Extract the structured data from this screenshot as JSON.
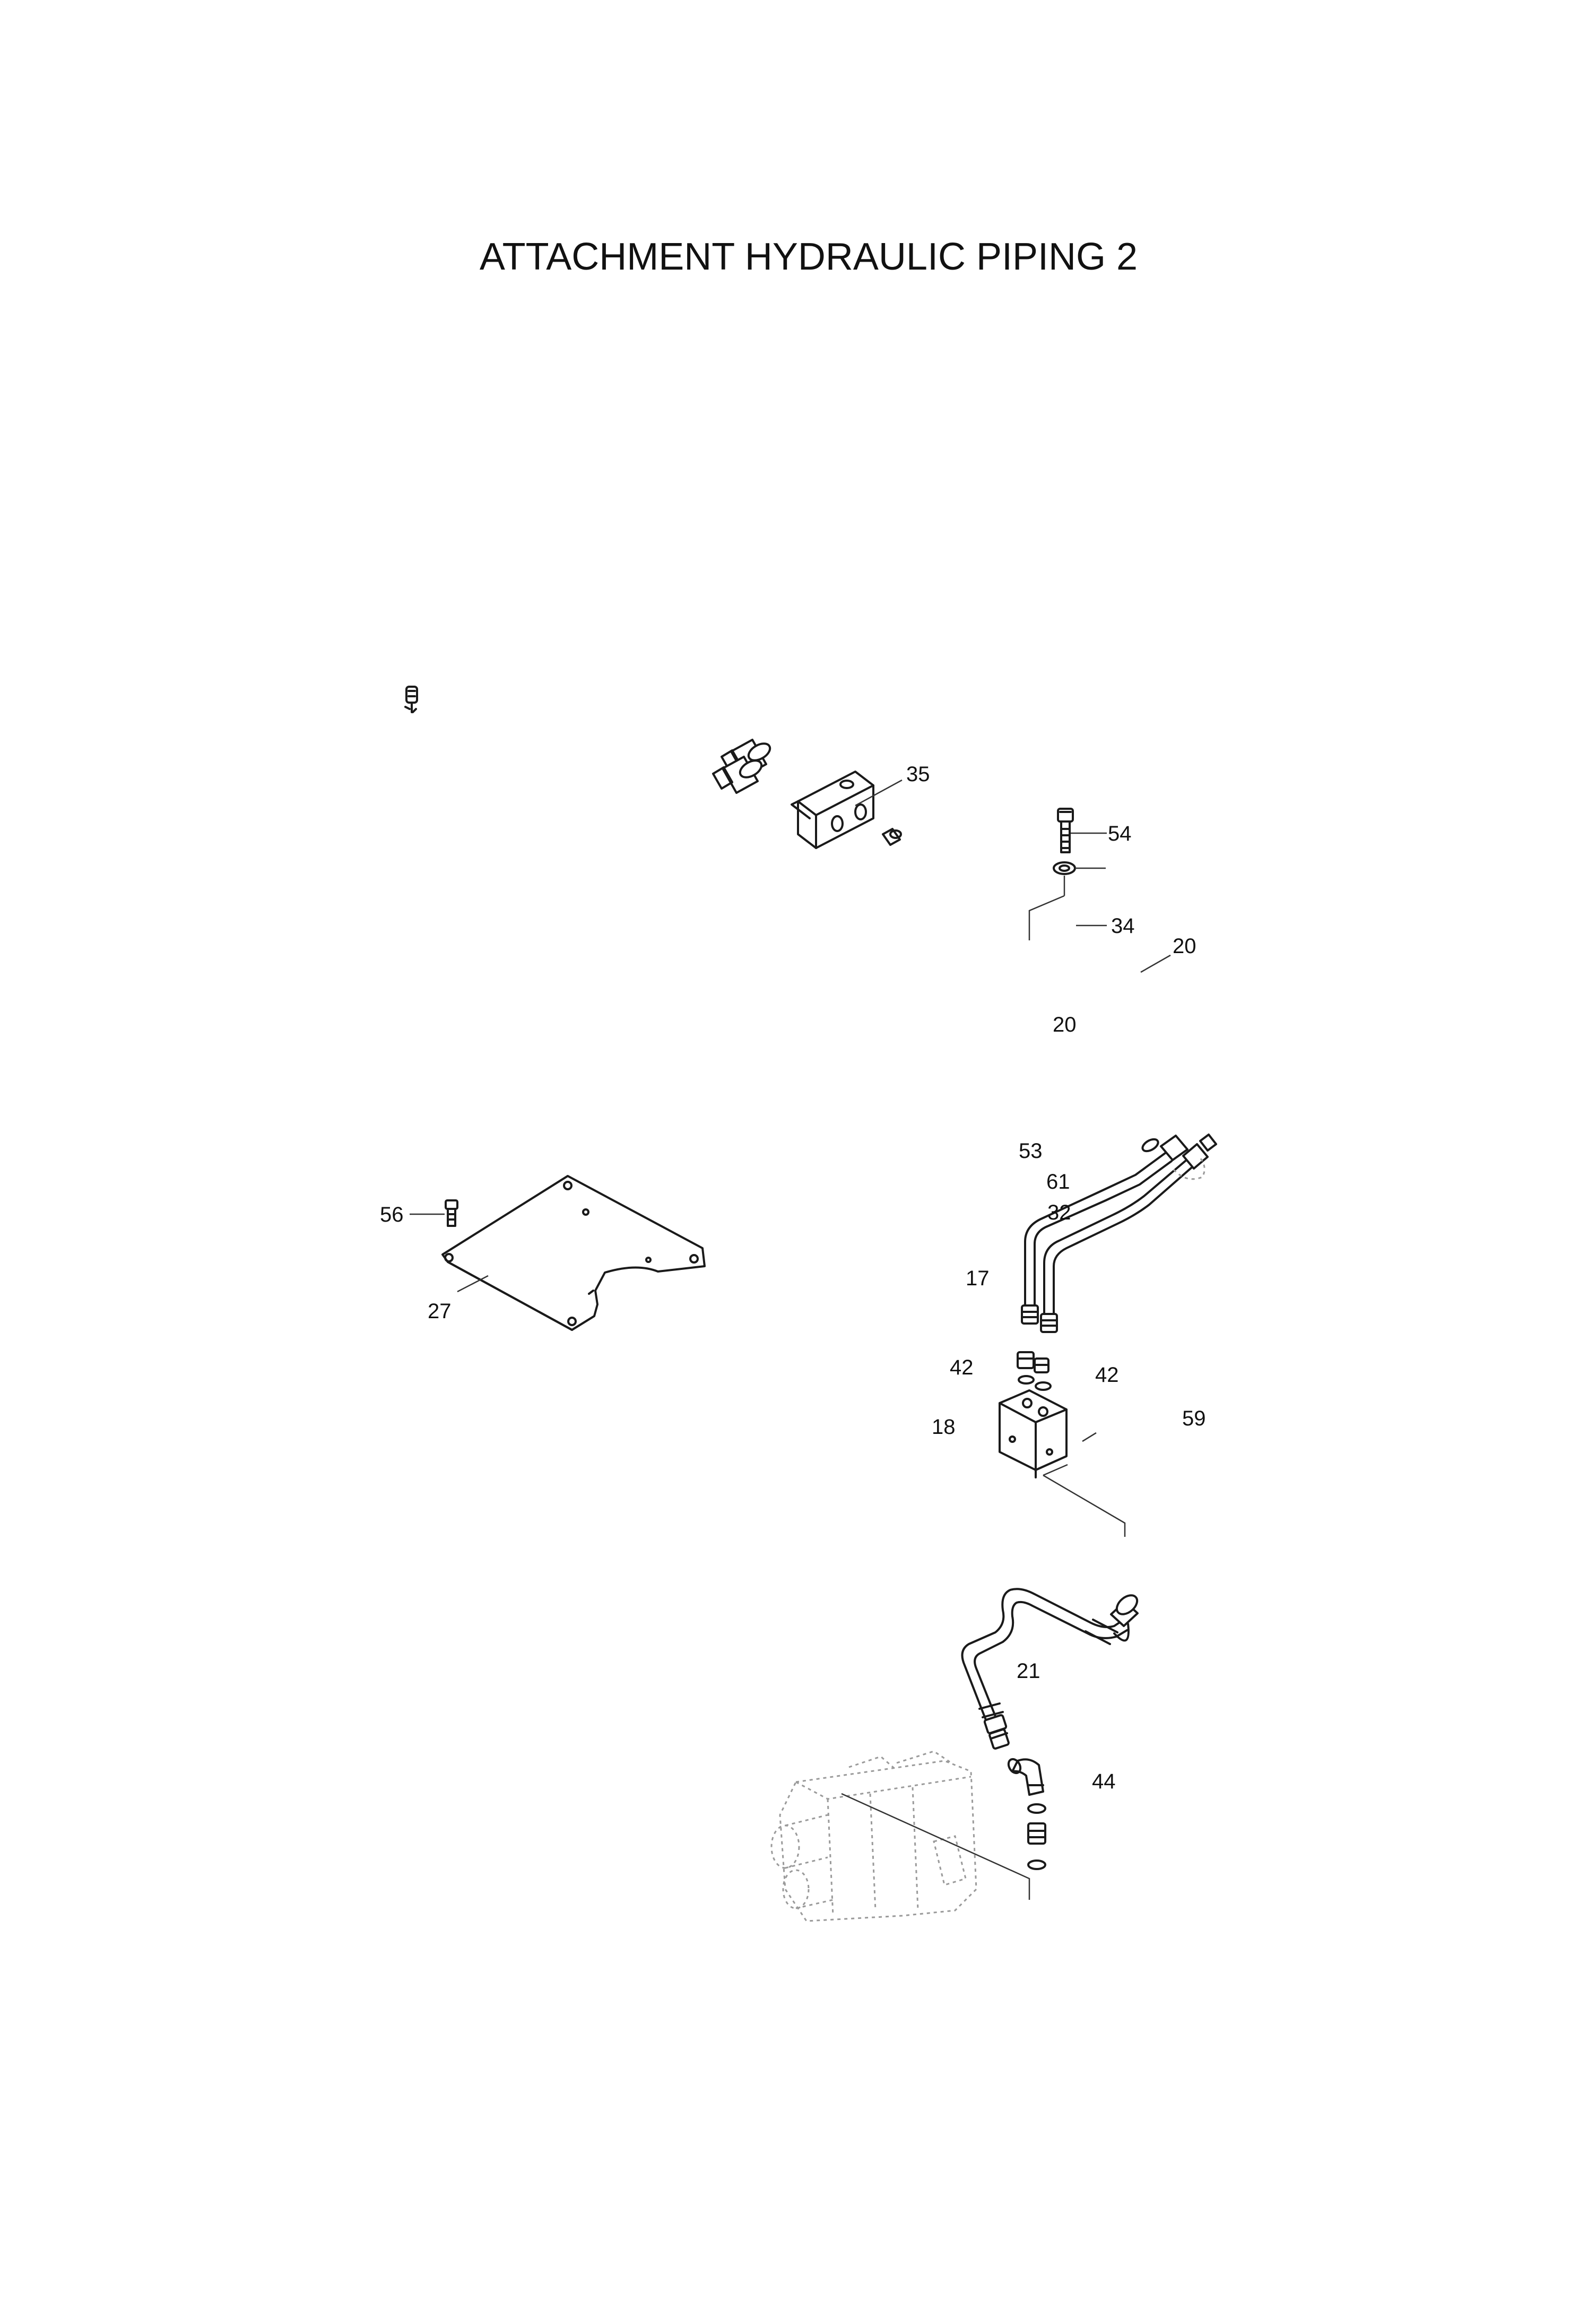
{
  "title": "ATTACHMENT HYDRAULIC PIPING 2",
  "callouts": {
    "c35": "35",
    "c54": "54",
    "c34": "34",
    "c20a": "20",
    "c20b": "20",
    "c53": "53",
    "c61": "61",
    "c32": "32",
    "c17": "17",
    "c56": "56",
    "c27": "27",
    "c42a": "42",
    "c42b": "42",
    "c18": "18",
    "c59": "59",
    "c21": "21",
    "c44": "44"
  }
}
